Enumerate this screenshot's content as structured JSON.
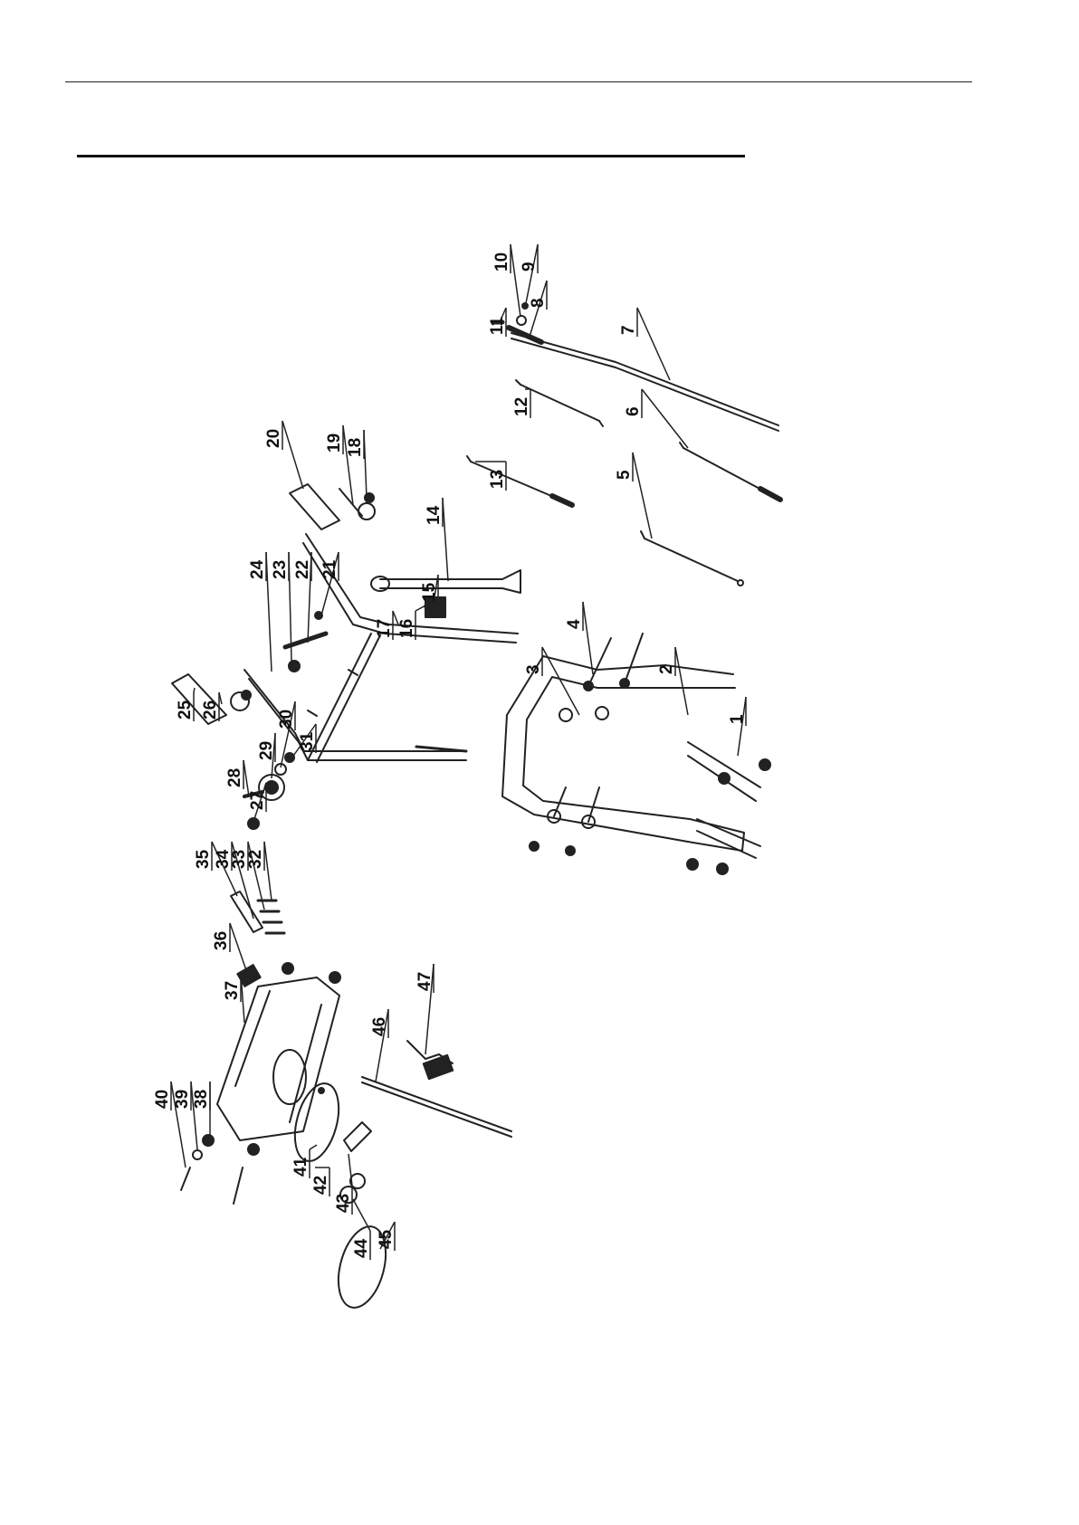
{
  "diagram": {
    "view": "exploded-parts-drawing",
    "part_numbers": [
      "1",
      "2",
      "3",
      "4",
      "5",
      "6",
      "7",
      "8",
      "9",
      "10",
      "11",
      "12",
      "13",
      "14",
      "15",
      "16",
      "17",
      "18",
      "19",
      "20",
      "21",
      "22",
      "23",
      "24",
      "25",
      "26",
      "27",
      "28",
      "29",
      "30",
      "31",
      "32",
      "33",
      "34",
      "35",
      "36",
      "37",
      "38",
      "39",
      "40",
      "41",
      "42",
      "43",
      "44",
      "45",
      "46",
      "47"
    ],
    "line_color": "#222222"
  }
}
